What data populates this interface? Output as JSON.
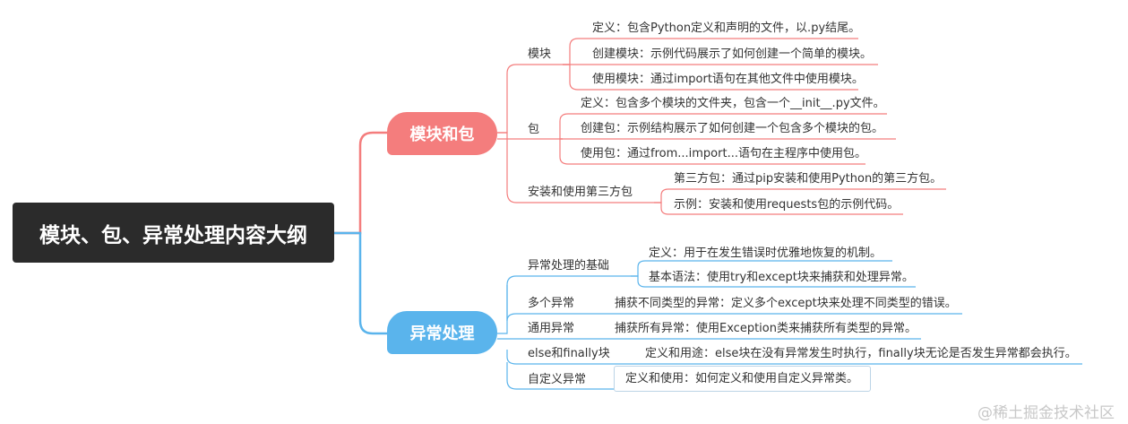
{
  "root": {
    "title": "模块、包、异常处理内容大纲"
  },
  "branches": {
    "modules": {
      "title": "模块和包",
      "color": "#f47d7d",
      "module": {
        "label": "模块",
        "items": [
          "定义：包含Python定义和声明的文件，以.py结尾。",
          "创建模块：示例代码展示了如何创建一个简单的模块。",
          "使用模块：通过import语句在其他文件中使用模块。"
        ]
      },
      "package": {
        "label": "包",
        "items": [
          "定义：包含多个模块的文件夹，包含一个__init__.py文件。",
          "创建包：示例结构展示了如何创建一个包含多个模块的包。",
          "使用包：通过from...import...语句在主程序中使用包。"
        ]
      },
      "third_party": {
        "label": "安装和使用第三方包",
        "items": [
          "第三方包：通过pip安装和使用Python的第三方包。",
          "示例：安装和使用requests包的示例代码。"
        ]
      }
    },
    "exceptions": {
      "title": "异常处理",
      "color": "#5ab4ec",
      "basics": {
        "label": "异常处理的基础",
        "items": [
          "定义：用于在发生错误时优雅地恢复的机制。",
          "基本语法：使用try和except块来捕获和处理异常。"
        ]
      },
      "multi": {
        "label": "多个异常",
        "item": "捕获不同类型的异常：定义多个except块来处理不同类型的错误。"
      },
      "general": {
        "label": "通用异常",
        "item": "捕获所有异常：使用Exception类来捕获所有类型的异常。"
      },
      "else_finally": {
        "label": "else和finally块",
        "item": "定义和用途：else块在没有异常发生时执行，finally块无论是否发生异常都会执行。"
      },
      "custom": {
        "label": "自定义异常",
        "item": "定义和使用：如何定义和使用自定义异常类。"
      }
    }
  },
  "watermark": "@稀土掘金技术社区"
}
